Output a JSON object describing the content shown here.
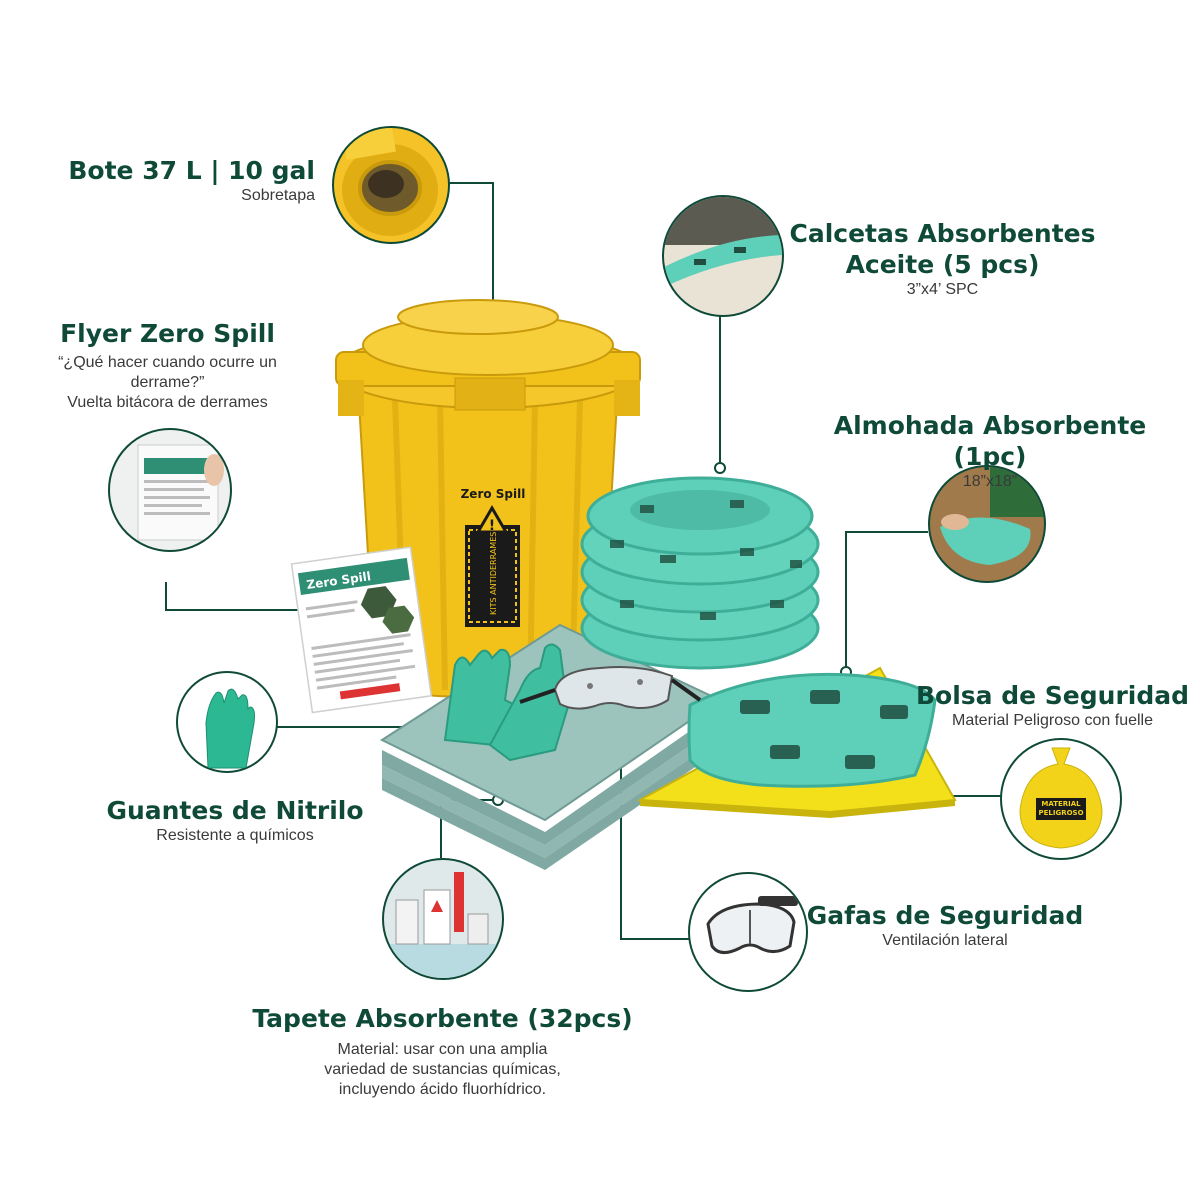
{
  "colors": {
    "brand_green": "#0f4a38",
    "kit_yellow": "#f2c21b",
    "pad_teal": "#5ecfb8",
    "text_gray": "#3a3a3a"
  },
  "bucket": {
    "title": "Bote 37 L | 10 gal",
    "sub": "Sobretapa",
    "brand": "Zero Spill",
    "warning_text": "KITS ANTIDERRAMES"
  },
  "flyer": {
    "title": "Flyer Zero Spill",
    "sub1": "“¿Qué hacer cuando ocurre un",
    "sub2": "derrame?”",
    "sub3": "Vuelta bitácora de derrames",
    "brand": "Zero Spill"
  },
  "socks": {
    "title1": "Calcetas Absorbentes",
    "title2": "Aceite (5 pcs)",
    "sub": "3”x4’ SPC"
  },
  "pillow": {
    "title": "Almohada Absorbente (1pc)",
    "sub": "18”x18”"
  },
  "bag": {
    "title": "Bolsa de Seguridad",
    "sub": "Material Peligroso con fuelle",
    "label_text": "MATERIAL PELIGROSO"
  },
  "gloves": {
    "title": "Guantes de Nitrilo",
    "sub": "Resistente a químicos"
  },
  "goggles": {
    "title": "Gafas de Seguridad",
    "sub": "Ventilación lateral"
  },
  "pads": {
    "title": "Tapete Absorbente (32pcs)",
    "sub1": "Material: usar con una amplia",
    "sub2": "variedad de sustancias químicas,",
    "sub3": "incluyendo ácido fluorhídrico."
  }
}
